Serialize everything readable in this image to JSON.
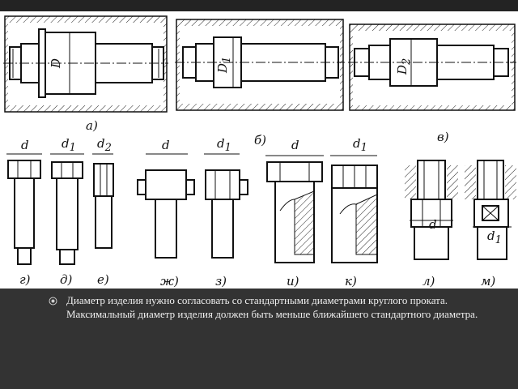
{
  "figure": {
    "labels": {
      "D": "D",
      "D1": "D",
      "D1_sub": "1",
      "D2": "D",
      "D2_sub": "2",
      "d": "d",
      "d1": "d",
      "d1_sub": "1",
      "d2": "d",
      "d2_sub": "2"
    },
    "captions": {
      "a": "а)",
      "b": "б)",
      "v": "в)",
      "g": "г)",
      "d": "д)",
      "e": "е)",
      "zh": "ж)",
      "z": "з)",
      "i": "и)",
      "k": "к)",
      "l": "л)",
      "m": "м)"
    }
  },
  "text": {
    "bullet_icon": "circle-bullet-icon",
    "paragraph": "Диаметр изделия нужно согласовать со стандартными диаметрами круглого проката. Максимальный диаметр изделия должен быть меньше ближайшего стандартного диаметра."
  },
  "colors": {
    "background": "#333333",
    "text": "#f0f0f0",
    "figure_background": "#ffffff",
    "ink": "#111111"
  }
}
